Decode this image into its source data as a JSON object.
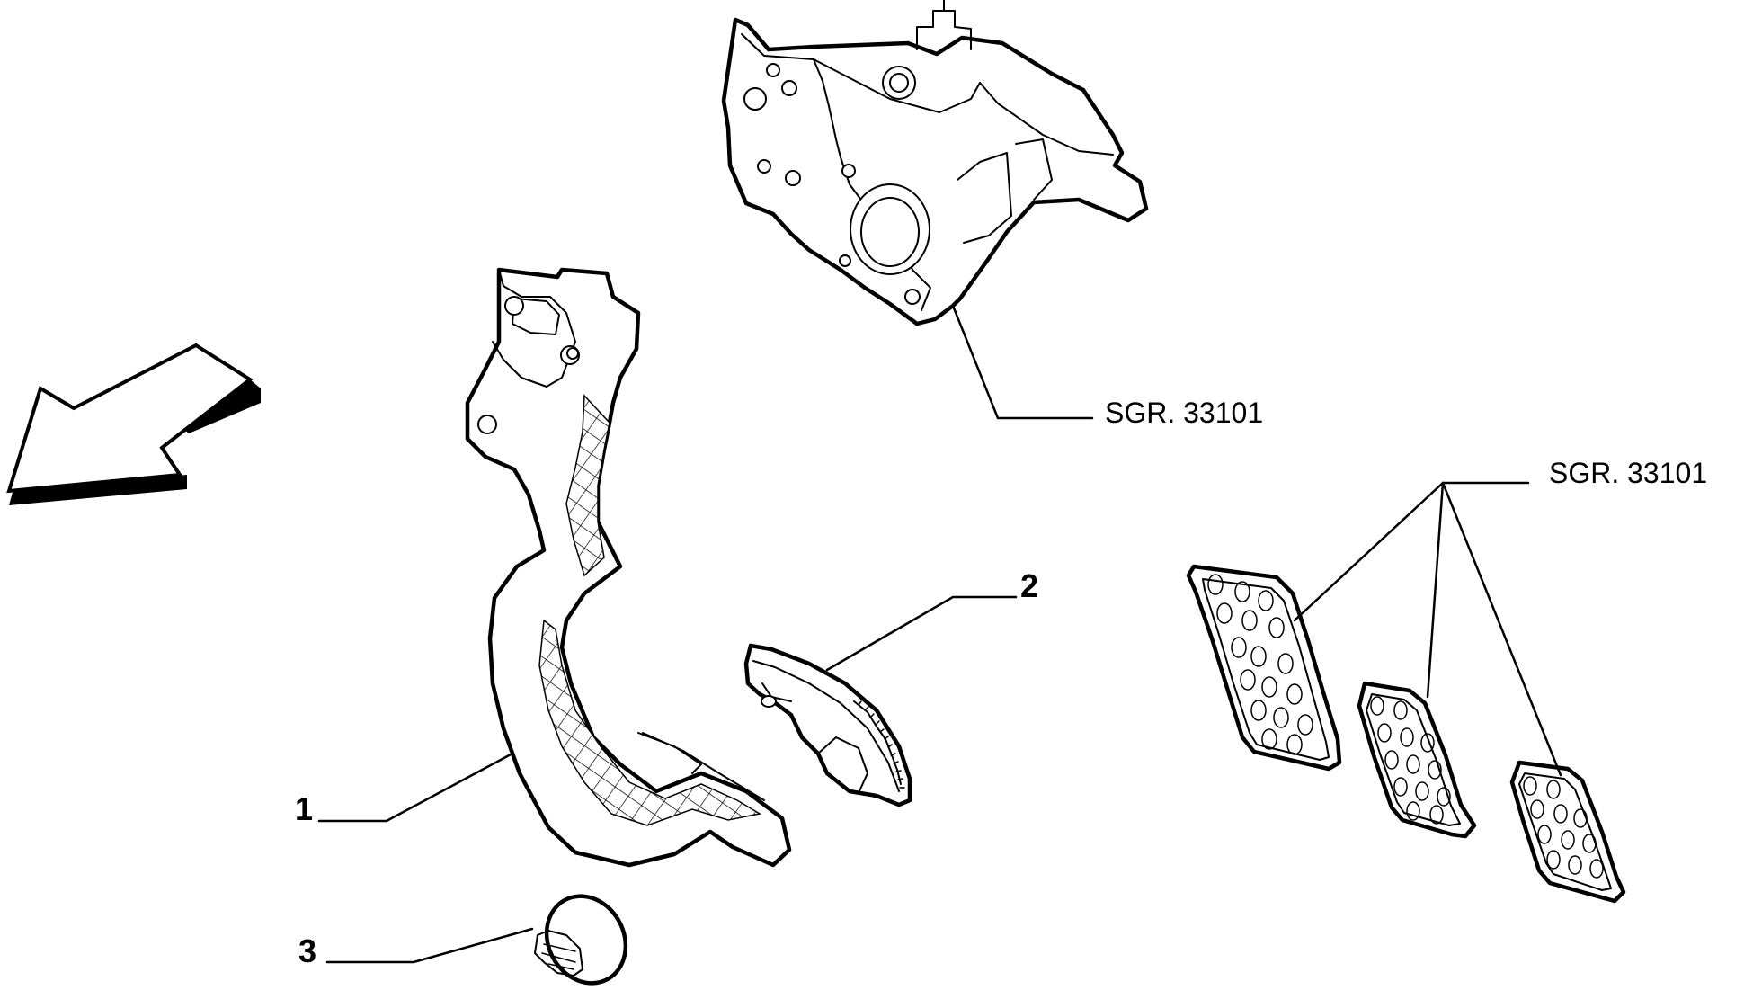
{
  "callouts": {
    "item_1": "1",
    "item_2": "2",
    "item_3": "3",
    "ref_bracket": "SGR. 33101",
    "ref_pads": "SGR. 33101"
  },
  "colors": {
    "line": "#000000",
    "background": "#ffffff"
  },
  "icons": {
    "direction_arrow": "arrow-down-left-icon"
  }
}
